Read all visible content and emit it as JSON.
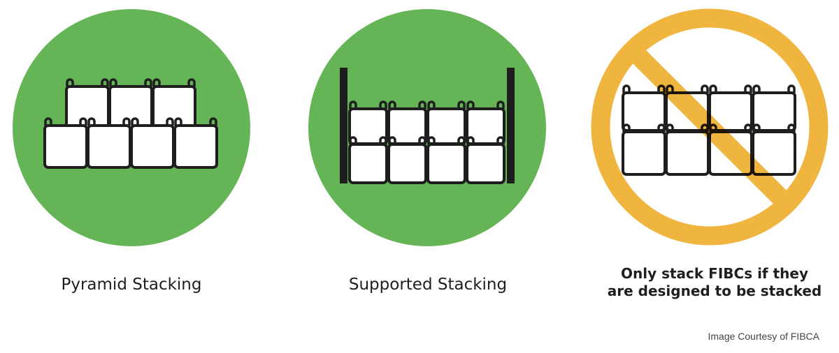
{
  "panels": [
    {
      "label": "Pyramid Stacking",
      "status": "allowed",
      "color": "#65b556"
    },
    {
      "label": "Supported Stacking",
      "status": "allowed",
      "color": "#65b556"
    },
    {
      "label_lines": [
        "Only stack FIBCs if they",
        "are designed to be stacked"
      ],
      "status": "prohibited",
      "color": "#f0b53f"
    }
  ],
  "credit": "Image Courtesy of FIBCA"
}
